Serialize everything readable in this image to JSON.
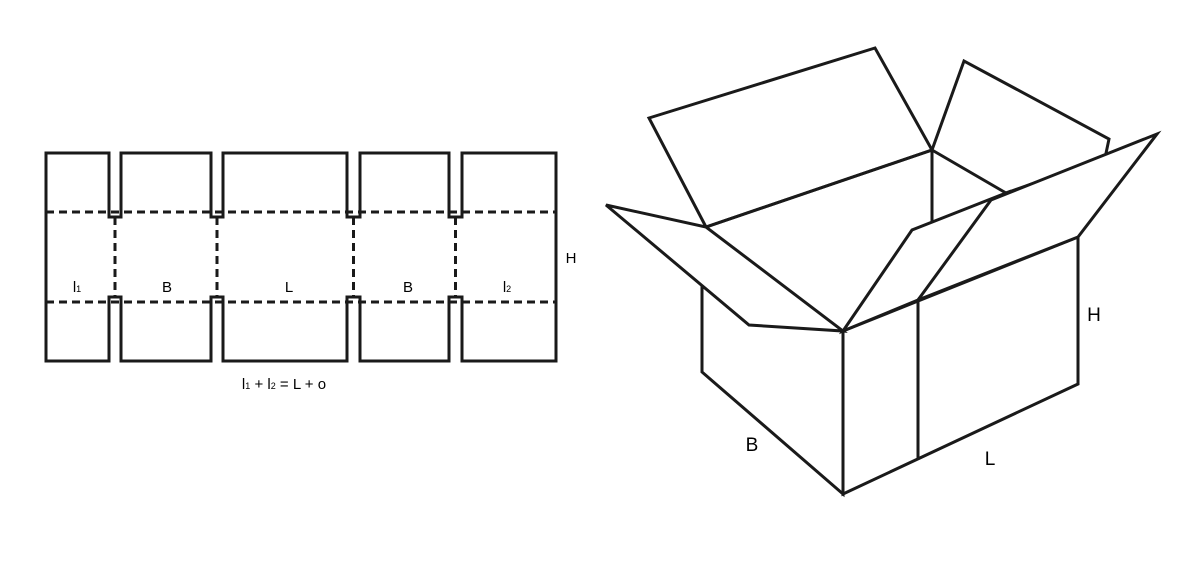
{
  "flat_layout": {
    "panels": [
      {
        "main": "l",
        "sub": "1"
      },
      {
        "main": "B",
        "sub": ""
      },
      {
        "main": "L",
        "sub": ""
      },
      {
        "main": "B",
        "sub": ""
      },
      {
        "main": "l",
        "sub": "2"
      }
    ],
    "height_label": "H",
    "formula": {
      "term1_main": "l",
      "term1_sub": "1",
      "plus1": " + ",
      "term2_main": "l",
      "term2_sub": "2",
      "rest": " = L + o"
    }
  },
  "box_view": {
    "width_label": "B",
    "length_label": "L",
    "height_label": "H"
  },
  "colors": {
    "stroke": "#1a1a1a",
    "background": "#ffffff"
  }
}
